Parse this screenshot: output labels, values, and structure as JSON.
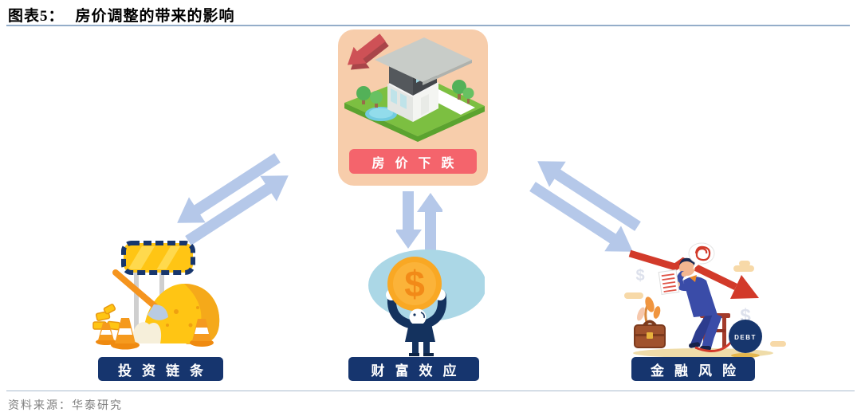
{
  "figure": {
    "number_label": "图表5：",
    "title": "房价调整的带来的影响",
    "source": "资料来源：华泰研究"
  },
  "diagram": {
    "center": {
      "label": "房价下跌",
      "icon": "isometric-house-with-red-down-arrow"
    },
    "nodes": [
      {
        "id": "investment-chain",
        "label": "投资链条",
        "icon": "construction-site-with-gold-mound"
      },
      {
        "id": "wealth-effect",
        "label": "财富效应",
        "icon": "figure-holding-dollar-coin"
      },
      {
        "id": "financial-risk",
        "label": "金融风险",
        "icon": "stressed-man-with-debt-and-falling-arrow"
      }
    ],
    "connections": [
      {
        "from": "房价下跌",
        "to": "投资链条",
        "style": "double-arrow-bidirectional"
      },
      {
        "from": "房价下跌",
        "to": "财富效应",
        "style": "double-arrow-bidirectional"
      },
      {
        "from": "房价下跌",
        "to": "金融风险",
        "style": "double-arrow-bidirectional"
      }
    ],
    "icon_text": {
      "coin_symbol": "$",
      "debt_ball": "DEBT",
      "dollar_watermark": "$"
    }
  },
  "colors": {
    "title_text": "#000000",
    "divider": "#94ADC9",
    "center_card_bg": "#F7CDAB",
    "center_label_bg": "#F4646C",
    "node_label_bg": "#16356E",
    "node_label_text": "#FFFFFF",
    "arrow_blue": "#B5C8E9",
    "falling_arrow_red": "#D23A2A",
    "gold_yellow": "#FFC514",
    "source_text": "#7F7F7F"
  }
}
